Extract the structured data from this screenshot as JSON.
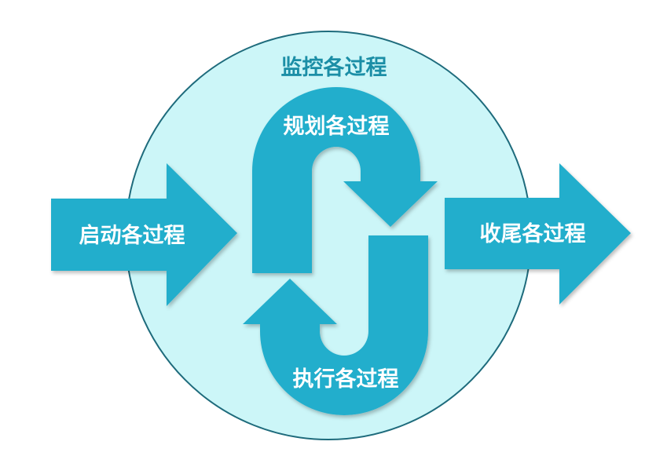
{
  "labels": {
    "monitor": "监控各过程",
    "planning": "规划各过程",
    "executing": "执行各过程",
    "initiating": "启动各过程",
    "closing": "收尾各过程"
  },
  "colors": {
    "circle_fill": "#ccf6f8",
    "circle_stroke": "#1e6b7c",
    "arrow_fill": "#23aecc",
    "label_white": "#ffffff",
    "label_teal": "#1b8ea6"
  }
}
